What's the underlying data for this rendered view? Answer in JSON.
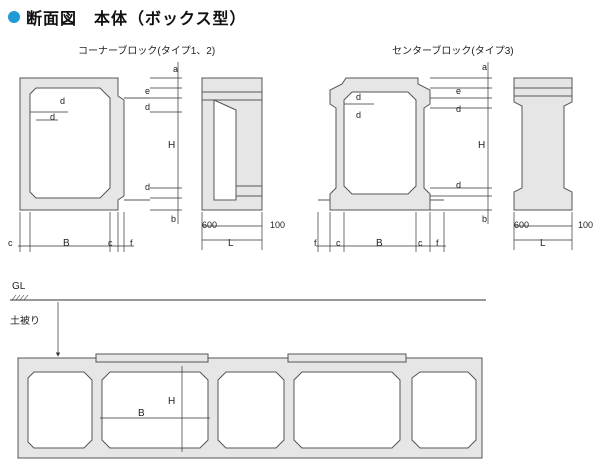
{
  "header": {
    "title": "断面図　本体（ボックス型）"
  },
  "captions": {
    "corner": "コーナーブロック(タイプ1、2)",
    "center": "センターブロック(タイプ3)"
  },
  "dims": {
    "a": "a",
    "b": "b",
    "c": "c",
    "d": "d",
    "e": "e",
    "f": "f",
    "H": "H",
    "B": "B",
    "L": "L",
    "len600": "600",
    "len100": "100",
    "gl": "GL",
    "cover": "土被り"
  },
  "colors": {
    "accent": "#1e9ad6",
    "block_fill": "#e6e6e6",
    "line": "#555555"
  }
}
